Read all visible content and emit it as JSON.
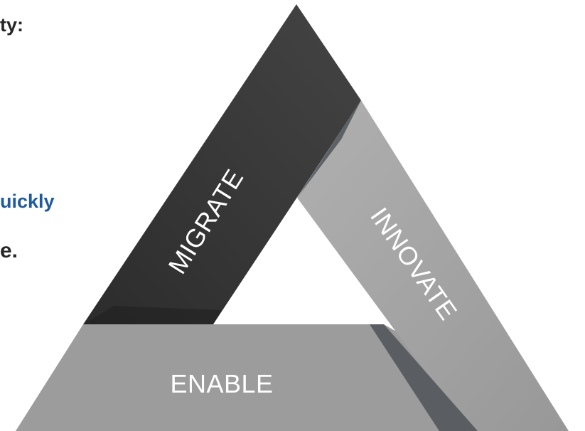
{
  "clipped_text": {
    "line1": "ty:",
    "line2": "uickly",
    "line3": "e."
  },
  "triangle": {
    "segments": [
      {
        "label": "MIGRATE",
        "color": "#3b3b3b"
      },
      {
        "label": "INNOVATE",
        "color": "#a3a3a3"
      },
      {
        "label": "ENABLE",
        "color": "#9c9c9c"
      }
    ],
    "shadow_color": "#565a5e"
  }
}
